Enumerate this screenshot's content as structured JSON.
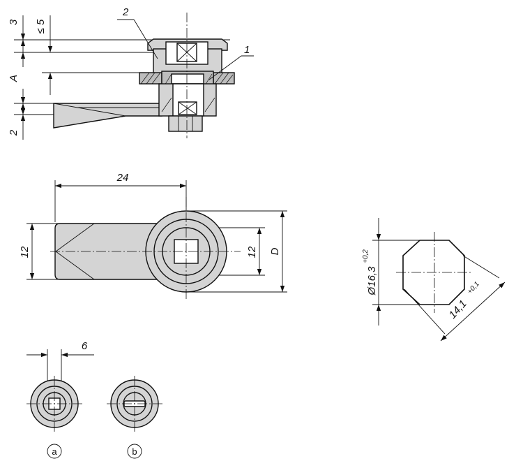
{
  "drawing": {
    "callouts": {
      "part_2": "2",
      "part_1": "1"
    },
    "side_view": {
      "dim_3": "3",
      "dim_max5": "≤ 5",
      "dim_A": "A",
      "dim_2": "2"
    },
    "front_view": {
      "dim_24": "24",
      "dim_12_left": "12",
      "dim_12_right": "12",
      "dim_D": "D"
    },
    "cutout": {
      "dia_value": "Ø16,3",
      "dia_tol": "+0,2",
      "flat_value": "14,1",
      "flat_tol": "+0,1"
    },
    "variants": {
      "dim_6": "6",
      "variant_a": "a",
      "variant_b": "b"
    }
  }
}
